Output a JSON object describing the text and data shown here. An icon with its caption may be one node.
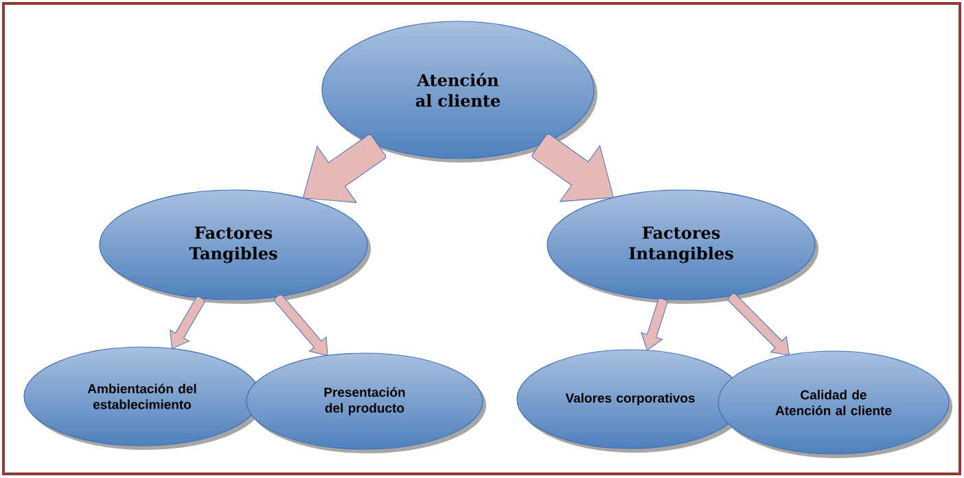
{
  "diagram": {
    "nodes": [
      {
        "text": [
          "Atención al cliente"
        ]
      },
      {
        "text": [
          "Factores Tangibles"
        ]
      },
      {
        "text": [
          "Factores Intangibles"
        ]
      },
      {
        "text": [
          "Ambientación del establecimiento"
        ]
      },
      {
        "text": [
          "Presentación del producto"
        ]
      },
      {
        "text": [
          "Valores corporativos"
        ]
      },
      {
        "text": [
          "Calidad de Atención al cliente"
        ]
      }
    ],
    "edges": [
      {
        "from": 0,
        "to": 1,
        "arrow": "to",
        "style": "thick"
      },
      {
        "from": 0,
        "to": 2,
        "arrow": "to",
        "style": "thick"
      },
      {
        "from": 1,
        "to": 3,
        "arrow": "to"
      },
      {
        "from": 1,
        "to": 4,
        "arrow": "to"
      },
      {
        "from": 2,
        "to": 5,
        "arrow": "to"
      },
      {
        "from": 2,
        "to": 6,
        "arrow": "to"
      }
    ]
  }
}
